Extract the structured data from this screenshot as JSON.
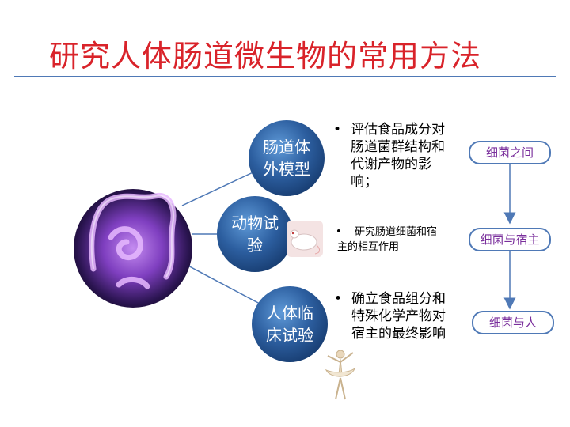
{
  "title": "研究人体肠道微生物的常用方法",
  "methods": [
    {
      "label_line1": "肠道体",
      "label_line2": "外模型"
    },
    {
      "label_line1": "动物试",
      "label_line2": "验"
    },
    {
      "label_line1": "人体临",
      "label_line2": "床试验"
    }
  ],
  "descriptions": [
    {
      "bullet": "•",
      "text": "评估食品成分对肠道菌群结构和代谢产物的影响；"
    },
    {
      "bullet": "•",
      "text": "研究肠道细菌和宿主的相互作用"
    },
    {
      "bullet": "•",
      "text": "确立食品组分和特殊化学产物对宿主的最终影响"
    }
  ],
  "levels": [
    "细菌之间",
    "细菌与宿主",
    "细菌与人"
  ],
  "colors": {
    "title": "#d9232a",
    "rule": "#4f79b6",
    "circle": "#2f5d9e",
    "level_text": "#7a2f9c"
  },
  "images": [
    "intestine-image",
    "mouse-image",
    "dancer-image"
  ]
}
